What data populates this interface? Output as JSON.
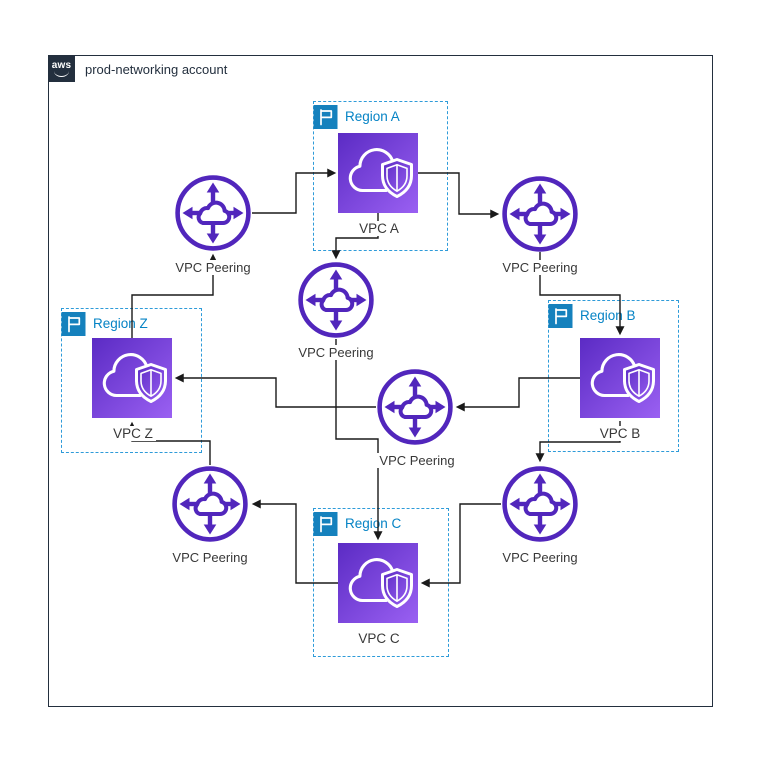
{
  "account": {
    "logo_text": "aws",
    "label": "prod-networking account"
  },
  "regions": [
    {
      "id": "region-a",
      "label": "Region A"
    },
    {
      "id": "region-b",
      "label": "Region B"
    },
    {
      "id": "region-c",
      "label": "Region C"
    },
    {
      "id": "region-z",
      "label": "Region Z"
    }
  ],
  "vpcs": [
    {
      "id": "vpc-a",
      "label": "VPC A",
      "region": "Region A"
    },
    {
      "id": "vpc-b",
      "label": "VPC B",
      "region": "Region B"
    },
    {
      "id": "vpc-c",
      "label": "VPC C",
      "region": "Region C"
    },
    {
      "id": "vpc-z",
      "label": "VPC Z",
      "region": "Region Z"
    }
  ],
  "labels": {
    "peering": "VPC Peering"
  },
  "peering_nodes": [
    "peering-nw",
    "peering-ne",
    "peering-upper-mid",
    "peering-lower-mid",
    "peering-sw",
    "peering-se"
  ],
  "connections": [
    {
      "from": "peering-nw",
      "to": "vpc-a"
    },
    {
      "from": "vpc-a",
      "to": "peering-ne"
    },
    {
      "from": "peering-ne",
      "to": "vpc-b"
    },
    {
      "from": "vpc-a",
      "to": "peering-upper-mid"
    },
    {
      "from": "peering-upper-mid",
      "to": "vpc-c"
    },
    {
      "from": "vpc-b",
      "to": "peering-lower-mid"
    },
    {
      "from": "peering-lower-mid",
      "to": "vpc-z"
    },
    {
      "from": "vpc-b",
      "to": "peering-se"
    },
    {
      "from": "peering-se",
      "to": "vpc-c"
    },
    {
      "from": "vpc-c",
      "to": "peering-sw"
    },
    {
      "from": "peering-sw",
      "to": "vpc-z"
    },
    {
      "from": "vpc-z",
      "to": "peering-nw"
    }
  ],
  "colors": {
    "purple": "#5126BC",
    "vpc_gradient_start": "#5B2BC4",
    "vpc_gradient_end": "#9A60F2",
    "region_border": "#2E9BD9",
    "region_label": "#0583C5",
    "region_flag_bg": "#1581BD",
    "account_border": "#232F3E",
    "connector": "#1A1A1A",
    "background": "#FFFFFF"
  }
}
